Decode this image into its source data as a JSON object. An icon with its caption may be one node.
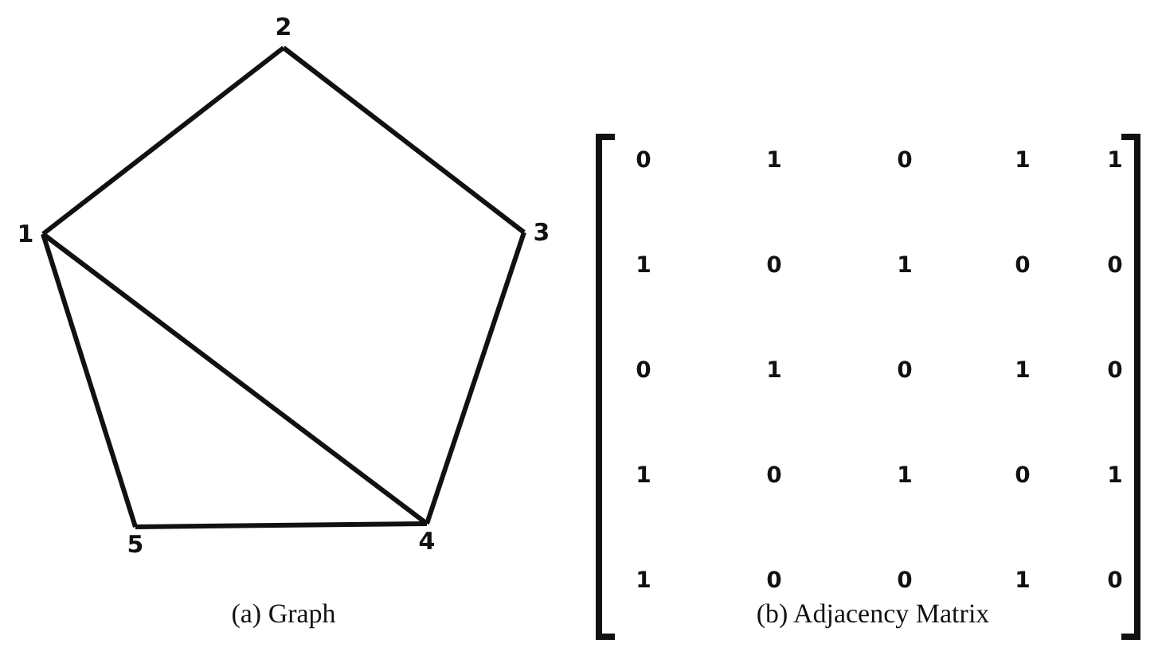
{
  "diagram": {
    "nodes": [
      {
        "text": [
          "1"
        ]
      },
      {
        "text": [
          "2"
        ]
      },
      {
        "text": [
          "3"
        ]
      },
      {
        "text": [
          "4"
        ]
      },
      {
        "text": [
          "5"
        ]
      }
    ],
    "edges": [
      {
        "from": 0,
        "to": 1,
        "arrow": "none"
      },
      {
        "from": 1,
        "to": 2,
        "arrow": "none"
      },
      {
        "from": 2,
        "to": 3,
        "arrow": "none"
      },
      {
        "from": 3,
        "to": 4,
        "arrow": "none"
      },
      {
        "from": 4,
        "to": 0,
        "arrow": "none"
      },
      {
        "from": 0,
        "to": 3,
        "arrow": "none"
      }
    ],
    "labels": [
      "0",
      "1",
      "0",
      "1",
      "1",
      "1",
      "0",
      "1",
      "0",
      "0",
      "0",
      "1",
      "0",
      "1",
      "0",
      "1",
      "0",
      "1",
      "0",
      "1",
      "1",
      "0",
      "0",
      "1",
      "0",
      "(a) Graph",
      "(b) Adjacency Matrix"
    ]
  }
}
